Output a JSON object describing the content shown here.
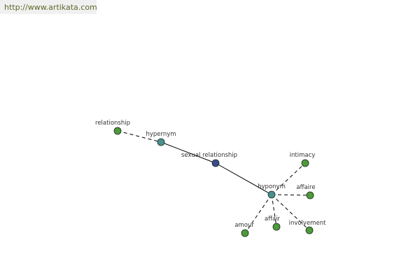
{
  "banner": {
    "url_text": "http://www.artikata.com"
  },
  "colors": {
    "term": "#4e9a3a",
    "relation": "#4a9090",
    "center": "#3a4a90",
    "edge": "#000000",
    "banner_bg": "#f0f0f0"
  },
  "nodes": [
    {
      "id": "relationship",
      "label": "relationship",
      "kind": "term"
    },
    {
      "id": "hypernym",
      "label": "hypernym",
      "kind": "relation"
    },
    {
      "id": "sexual-relationship",
      "label": "sexual relationship",
      "kind": "center"
    },
    {
      "id": "hyponym",
      "label": "hyponym",
      "kind": "relation"
    },
    {
      "id": "intimacy",
      "label": "intimacy",
      "kind": "term"
    },
    {
      "id": "affaire",
      "label": "affaire",
      "kind": "term"
    },
    {
      "id": "involvement",
      "label": "involvement",
      "kind": "term"
    },
    {
      "id": "affair",
      "label": "affair",
      "kind": "term"
    },
    {
      "id": "amour",
      "label": "amour",
      "kind": "term"
    }
  ],
  "edges": [
    {
      "from": "relationship",
      "to": "hypernym",
      "style": "dashed"
    },
    {
      "from": "hypernym",
      "to": "sexual-relationship",
      "style": "solid"
    },
    {
      "from": "sexual-relationship",
      "to": "hyponym",
      "style": "solid"
    },
    {
      "from": "hyponym",
      "to": "intimacy",
      "style": "dashed"
    },
    {
      "from": "hyponym",
      "to": "affaire",
      "style": "dashed"
    },
    {
      "from": "hyponym",
      "to": "involvement",
      "style": "dashed"
    },
    {
      "from": "hyponym",
      "to": "affair",
      "style": "dashed"
    },
    {
      "from": "hyponym",
      "to": "amour",
      "style": "dashed"
    }
  ]
}
